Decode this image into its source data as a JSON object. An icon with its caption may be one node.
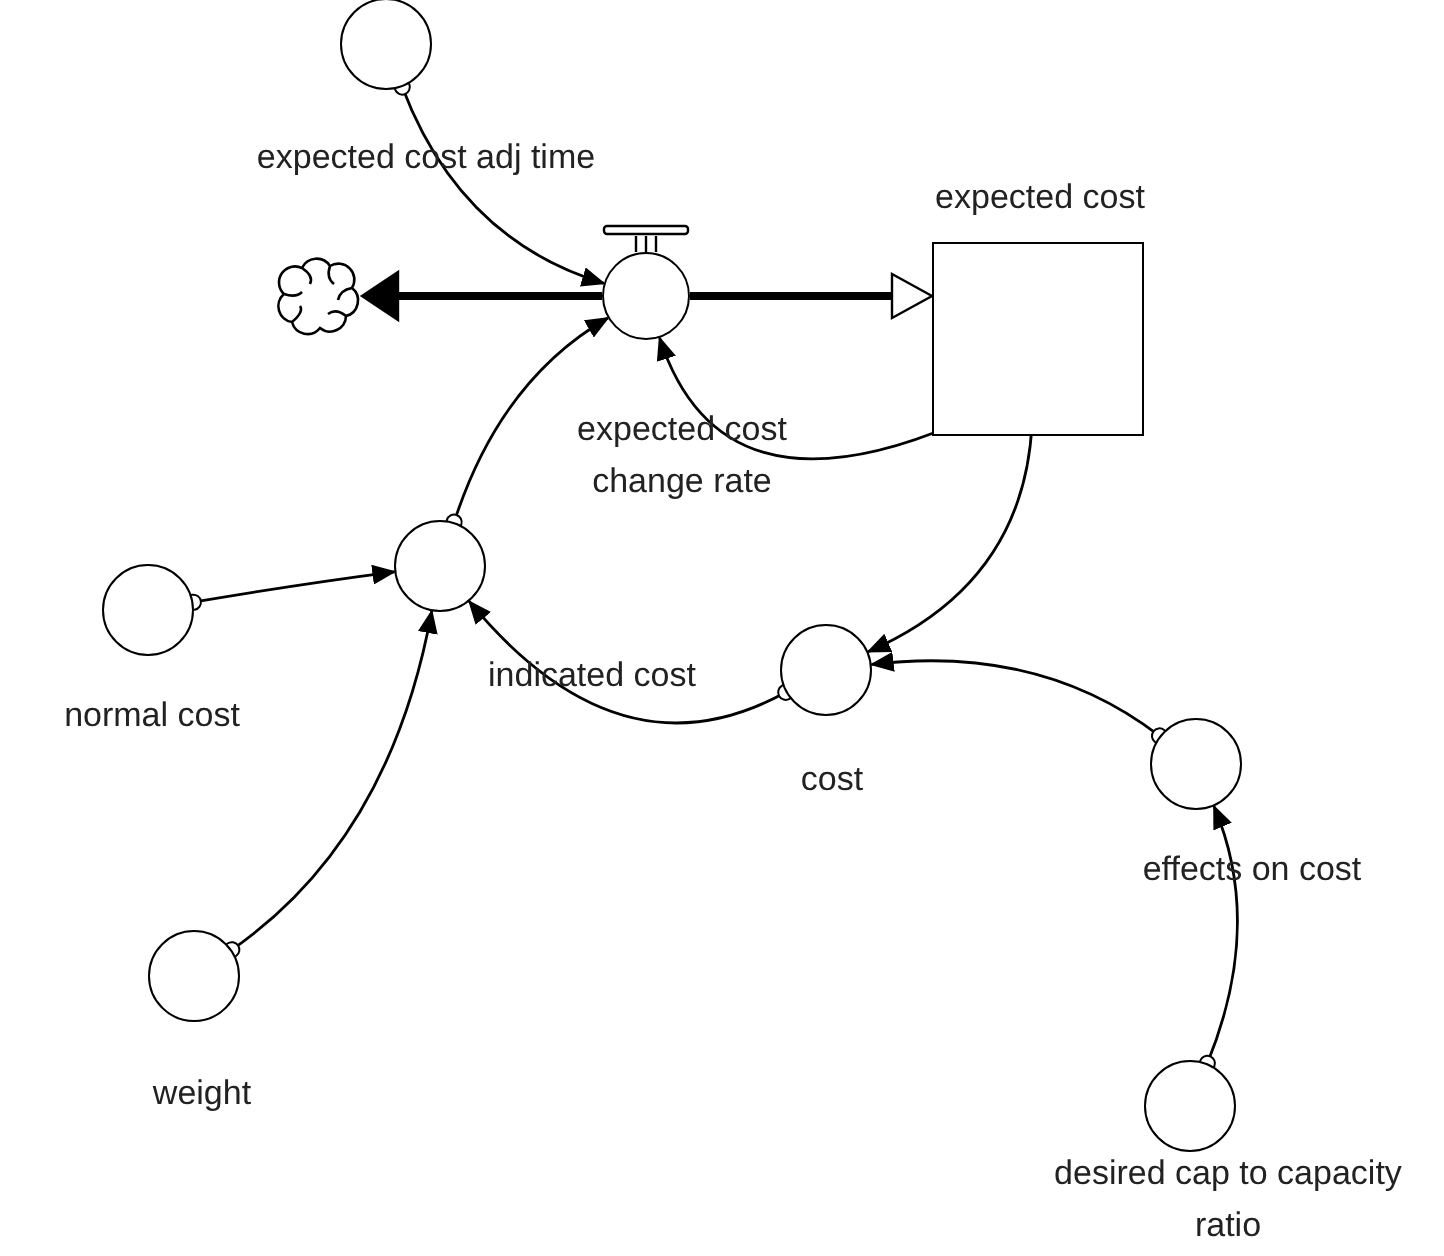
{
  "diagram": {
    "nodes": [
      {
        "text": [
          "expected cost adj time"
        ]
      },
      {
        "text": [],
        "shape": "cloud"
      },
      {
        "text": [
          "expected cost change rate"
        ]
      },
      {
        "text": [
          "expected cost"
        ]
      },
      {
        "text": [
          "indicated cost"
        ]
      },
      {
        "text": [
          "normal cost"
        ]
      },
      {
        "text": [
          "cost"
        ]
      },
      {
        "text": [
          "effects on cost"
        ]
      },
      {
        "text": [
          "weight"
        ]
      },
      {
        "text": [
          "desired cap to capacity ratio"
        ]
      }
    ],
    "edges": [
      {
        "from": 2,
        "to": 1,
        "arrow": "to",
        "style": "thick"
      },
      {
        "from": 2,
        "to": 3,
        "arrow": "to",
        "style": "thick"
      },
      {
        "from": 0,
        "to": 2,
        "arrow": "to"
      },
      {
        "from": 4,
        "to": 2,
        "arrow": "to"
      },
      {
        "from": 3,
        "to": 2,
        "arrow": "to"
      },
      {
        "from": 3,
        "to": 6,
        "arrow": "to"
      },
      {
        "from": 5,
        "to": 4,
        "arrow": "to"
      },
      {
        "from": 8,
        "to": 4,
        "arrow": "to"
      },
      {
        "from": 6,
        "to": 4,
        "arrow": "to"
      },
      {
        "from": 7,
        "to": 6,
        "arrow": "to"
      },
      {
        "from": 9,
        "to": 7,
        "arrow": "to"
      }
    ]
  }
}
